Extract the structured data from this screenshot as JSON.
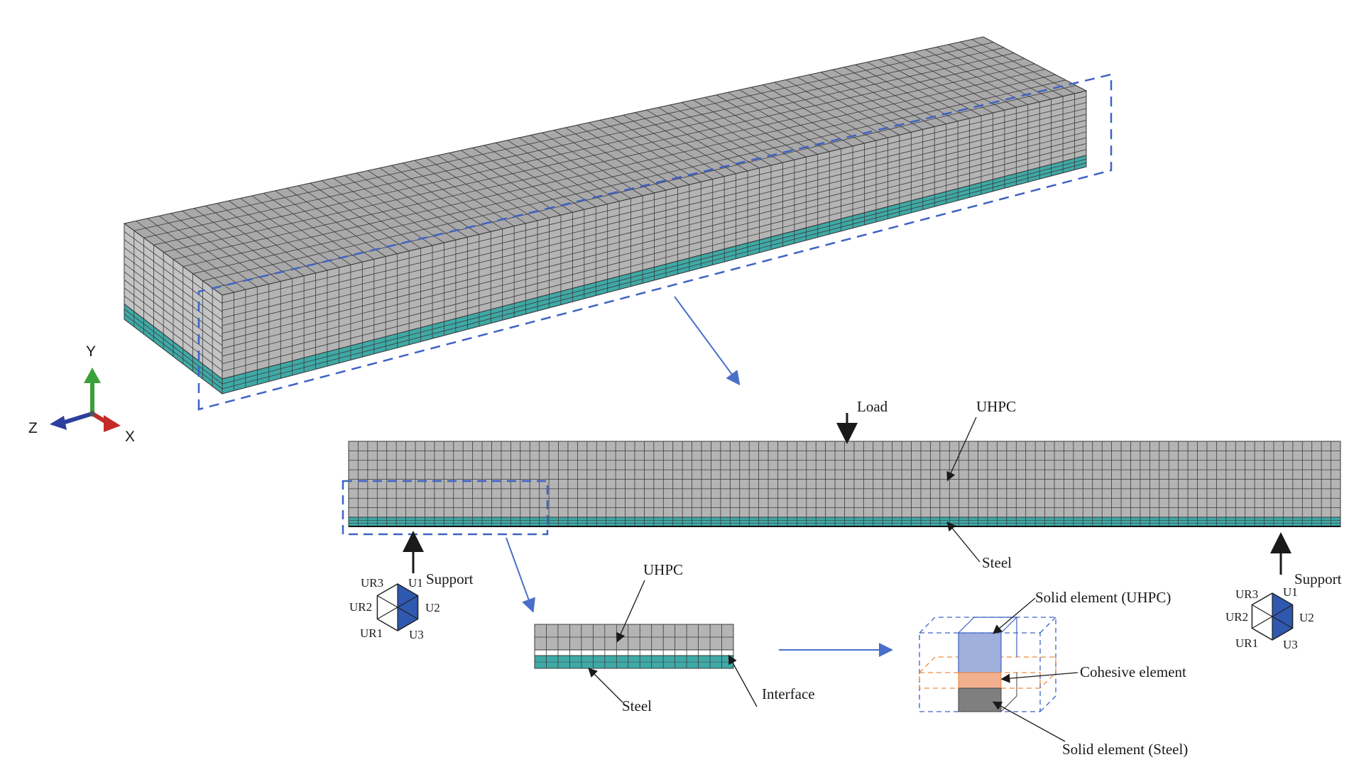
{
  "colors": {
    "concrete": "#b4b4b4",
    "concrete_side": "#c4c4c4",
    "concrete_top": "#a9a9a9",
    "steel": "#3fa9a6",
    "steel_dark": "#2a8a87",
    "mesh_line": "#3a3a3a",
    "dashed_frame": "#3d63c4",
    "arrow_blue": "#4a6fc9",
    "fixed_dof": "#2f58b0",
    "uhpc_block": "#9fb0dc",
    "cohesive_block": "#f2b08f",
    "steel_block": "#7f7f7f",
    "cohesive_dash": "#f08a3c",
    "axis_y": "#3aa03a",
    "axis_z": "#2c3f9e",
    "axis_x": "#c42a2a"
  },
  "axis_triad": {
    "y_label": "Y",
    "z_label": "Z",
    "x_label": "X"
  },
  "section": {
    "load_label": "Load",
    "uhpc_label": "UHPC",
    "steel_label": "Steel"
  },
  "supports": {
    "left": {
      "label": "Support",
      "dofs": [
        "UR3",
        "UR2",
        "UR1",
        "U1",
        "U2",
        "U3"
      ]
    },
    "right": {
      "label": "Support",
      "dofs": [
        "UR3",
        "UR2",
        "UR1",
        "U1",
        "U2",
        "U3"
      ]
    }
  },
  "detail": {
    "uhpc_label": "UHPC",
    "steel_label": "Steel",
    "interface_label": "Interface"
  },
  "elements": {
    "solid_uhpc": "Solid element (UHPC)",
    "cohesive": "Cohesive element",
    "solid_steel": "Solid element (Steel)"
  }
}
